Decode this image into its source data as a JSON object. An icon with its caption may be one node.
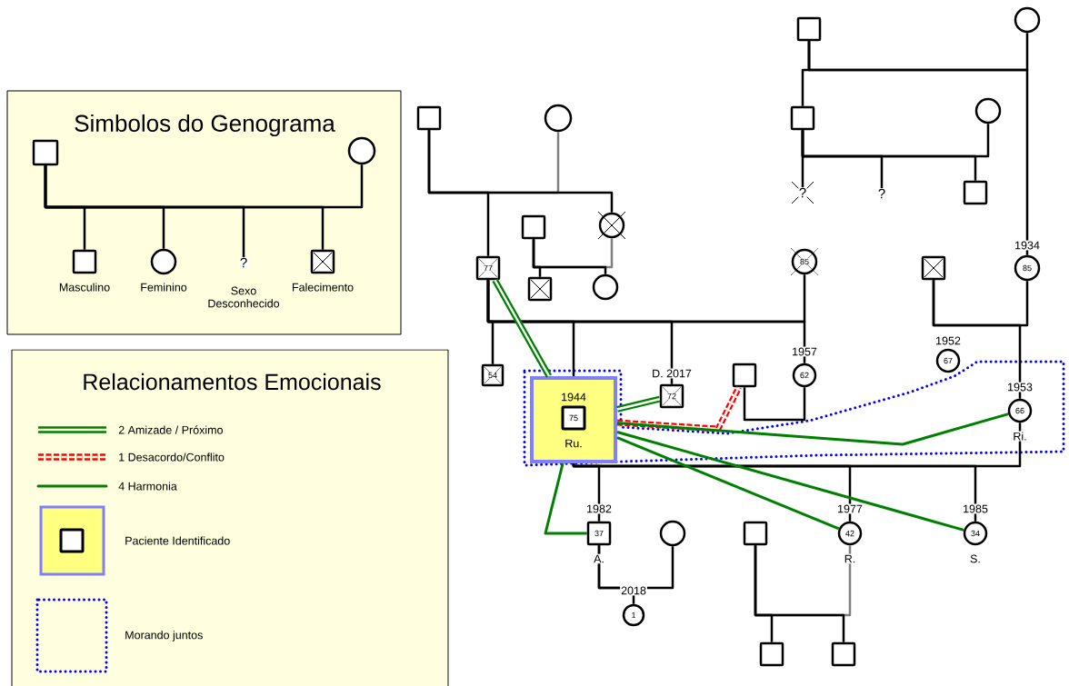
{
  "diagram": {
    "nodes": [
      {
        "text": [
          "Simbolos do Genograma"
        ]
      },
      {
        "text": [],
        "shape": "box",
        "in": 0
      },
      {
        "text": [],
        "shape": "circle",
        "in": 0
      },
      {
        "text": [],
        "shape": "box",
        "in": 0,
        "beside": [
          "Masculino"
        ]
      },
      {
        "text": [],
        "shape": "circle",
        "in": 0,
        "beside": [
          "Feminino"
        ]
      },
      {
        "text": [
          "?"
        ],
        "in": 0,
        "beside": [
          "Sexo Desconhecido"
        ]
      },
      {
        "text": [],
        "shape": "box",
        "in": 0,
        "beside": [
          "Falecimento"
        ]
      },
      {
        "text": [
          "Relacionamentos Emocionais"
        ]
      },
      {
        "text": [],
        "shape": "box"
      },
      {
        "text": [],
        "shape": "circle"
      },
      {
        "text": [],
        "shape": "box"
      },
      {
        "text": [],
        "shape": "circle"
      },
      {
        "text": [],
        "shape": "box"
      },
      {
        "text": [],
        "shape": "circle"
      },
      {
        "text": [
          "?"
        ]
      },
      {
        "text": [
          "?"
        ]
      },
      {
        "text": [],
        "shape": "box"
      },
      {
        "text": [],
        "shape": "box"
      },
      {
        "text": [],
        "shape": "circle"
      },
      {
        "text": [
          "77"
        ]
      },
      {
        "text": [
          "85"
        ]
      },
      {
        "text": [],
        "shape": "box"
      },
      {
        "text": [
          "85"
        ],
        "beside": [
          "1934"
        ]
      },
      {
        "text": [],
        "shape": "box"
      },
      {
        "text": [],
        "shape": "circle"
      },
      {
        "text": [
          "54"
        ]
      },
      {
        "text": [],
        "shape": "box"
      },
      {
        "text": [
          "62"
        ],
        "beside": [
          "1957"
        ]
      },
      {
        "text": [
          "67"
        ],
        "beside": [
          "1952"
        ]
      },
      {
        "text": [
          "72"
        ],
        "beside": [
          "D. 2017"
        ]
      },
      {
        "text": [
          "1944",
          "Ru."
        ]
      },
      {
        "text": [
          "75"
        ],
        "in": 30
      },
      {
        "text": [
          "66"
        ],
        "beside": [
          "1953",
          "Ri."
        ]
      },
      {
        "text": [
          "37"
        ],
        "beside": [
          "1982",
          "A."
        ]
      },
      {
        "text": [],
        "shape": "circle"
      },
      {
        "text": [],
        "shape": "box"
      },
      {
        "text": [
          "42"
        ],
        "beside": [
          "1977",
          "R."
        ]
      },
      {
        "text": [
          "34"
        ],
        "beside": [
          "1985",
          "S."
        ]
      },
      {
        "text": [
          "1"
        ],
        "beside": [
          "2018"
        ]
      },
      {
        "text": [],
        "shape": "box"
      },
      {
        "text": [],
        "shape": "box"
      }
    ],
    "edges": [
      {
        "from": 1,
        "to": 2,
        "arrow": "none"
      },
      {
        "from": 1,
        "to": 3,
        "arrow": "none"
      },
      {
        "from": 1,
        "to": 4,
        "arrow": "none"
      },
      {
        "from": 1,
        "to": 5,
        "arrow": "none"
      },
      {
        "from": 1,
        "to": 6,
        "arrow": "none"
      },
      {
        "from": 8,
        "to": 9,
        "arrow": "none"
      },
      {
        "from": 8,
        "to": 12,
        "arrow": "none"
      },
      {
        "from": 8,
        "to": 22,
        "arrow": "none"
      },
      {
        "from": 10,
        "to": 11,
        "arrow": "none",
        "color": "#808080"
      },
      {
        "from": 10,
        "to": 19,
        "arrow": "none"
      },
      {
        "from": 10,
        "to": 18,
        "arrow": "none"
      },
      {
        "from": 12,
        "to": 13,
        "arrow": "none"
      },
      {
        "from": 12,
        "to": 14,
        "arrow": "none"
      },
      {
        "from": 12,
        "to": 15,
        "arrow": "none"
      },
      {
        "from": 12,
        "to": 16,
        "arrow": "none"
      },
      {
        "from": 17,
        "to": 18,
        "arrow": "none",
        "color": "#808080"
      },
      {
        "from": 17,
        "to": 23,
        "arrow": "none"
      },
      {
        "from": 17,
        "to": 24,
        "arrow": "none"
      },
      {
        "from": 19,
        "to": 20,
        "arrow": "none"
      },
      {
        "from": 19,
        "to": 25,
        "arrow": "none"
      },
      {
        "from": 19,
        "to": 30,
        "arrow": "none"
      },
      {
        "from": 19,
        "to": 29,
        "arrow": "none"
      },
      {
        "from": 19,
        "to": 27,
        "arrow": "none"
      },
      {
        "from": 21,
        "to": 22,
        "arrow": "none"
      },
      {
        "from": 21,
        "to": 32,
        "arrow": "none"
      },
      {
        "from": 26,
        "to": 27,
        "arrow": "none"
      },
      {
        "from": 30,
        "to": 32,
        "arrow": "none"
      },
      {
        "from": 30,
        "to": 33,
        "arrow": "none"
      },
      {
        "from": 30,
        "to": 36,
        "arrow": "none"
      },
      {
        "from": 30,
        "to": 37,
        "arrow": "none"
      },
      {
        "from": 33,
        "to": 34,
        "arrow": "none"
      },
      {
        "from": 33,
        "to": 38,
        "arrow": "none"
      },
      {
        "from": 35,
        "to": 36,
        "arrow": "none",
        "color": "#808080"
      },
      {
        "from": 35,
        "to": 39,
        "arrow": "none"
      },
      {
        "from": 35,
        "to": 40,
        "arrow": "none"
      },
      {
        "from": 19,
        "to": 30,
        "arrow": "none",
        "style": "thick",
        "color": "#008000"
      },
      {
        "from": 30,
        "to": 29,
        "arrow": "none",
        "style": "thick",
        "color": "#008000"
      },
      {
        "from": 30,
        "to": 26,
        "arrow": "none",
        "style": "dashed",
        "color": "#ff0000"
      },
      {
        "from": 30,
        "to": 32,
        "arrow": "none",
        "color": "#008000"
      },
      {
        "from": 30,
        "to": 36,
        "arrow": "none",
        "color": "#008000"
      },
      {
        "from": 30,
        "to": 37,
        "arrow": "none",
        "color": "#008000"
      },
      {
        "from": 30,
        "to": 33,
        "arrow": "none",
        "color": "#008000"
      }
    ],
    "legend": [
      {
        "text": "2 Amizade / Próximo"
      },
      {
        "text": "1 Desacordo/Conflito"
      },
      {
        "text": "4 Harmonia"
      },
      {
        "text": "Paciente Identificado"
      },
      {
        "text": "Morando juntos"
      }
    ]
  }
}
